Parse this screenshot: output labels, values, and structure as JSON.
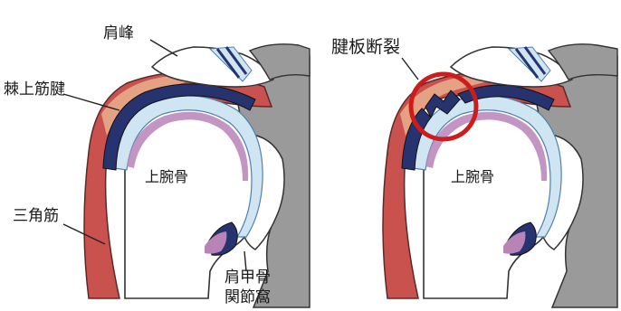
{
  "left_panel": {
    "labels": {
      "acromion": "肩峰",
      "supraspinatus": "棘上筋腱",
      "humerus": "上腕骨",
      "deltoid": "三角筋",
      "glenoid_line1": "肩甲骨",
      "glenoid_line2": "関節窩"
    }
  },
  "right_panel": {
    "labels": {
      "tear": "腱板断裂",
      "humerus": "上腕骨"
    }
  },
  "colors": {
    "muscle": "#c9524e",
    "muscle_light": "#e7aa8b",
    "tendon": "#27336e",
    "capsule": "#cfe6f2",
    "capsule_line": "#4f7fb0",
    "bone_fill": "#ffffff",
    "bone_line": "#333333",
    "scapula_grey": "#9a9a9a",
    "cartilage": "#b983b7",
    "highlight_ring": "#cc1c1c"
  }
}
